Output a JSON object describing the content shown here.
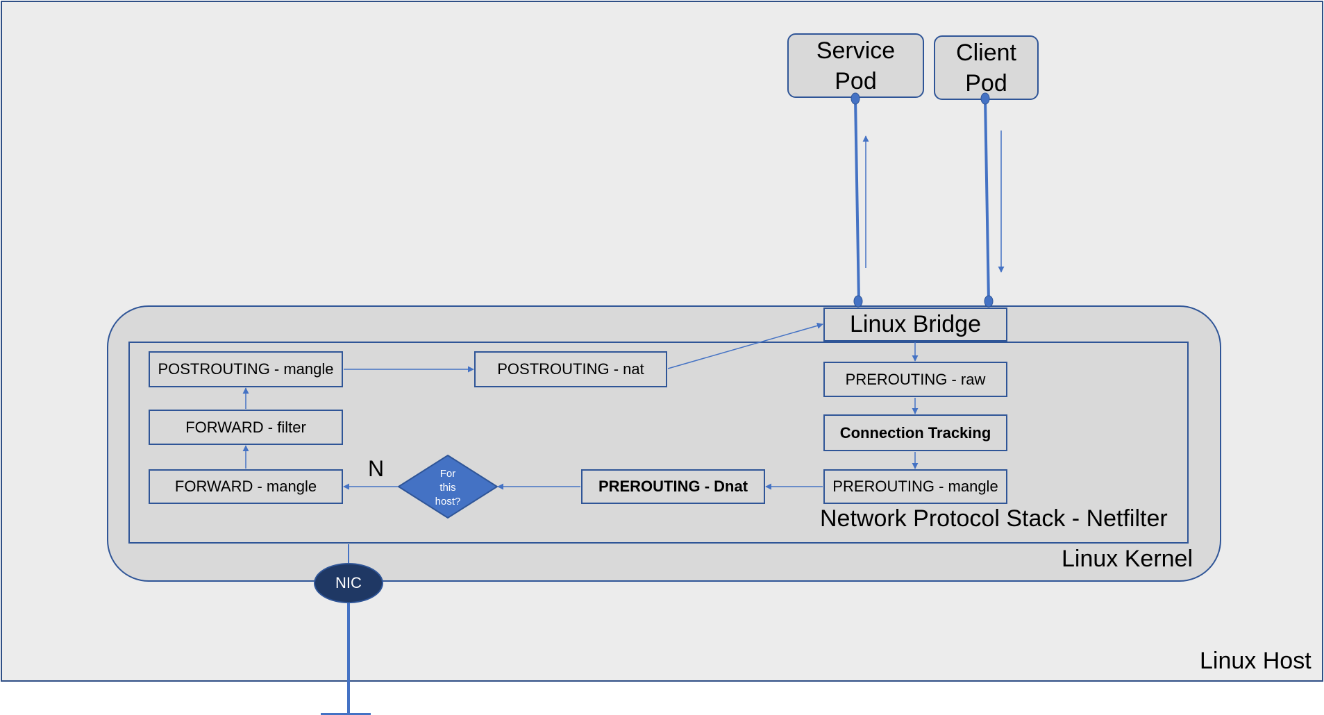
{
  "diagram": {
    "host_label": "Linux Host",
    "kernel_label": "Linux Kernel",
    "netfilter_label": "Network Protocol Stack - Netfilter",
    "service_pod_label": "Service\nPod",
    "client_pod_label": "Client\nPod",
    "bridge_label": "Linux Bridge",
    "prerouting_raw_label": "PREROUTING - raw",
    "conntrack_label": "Connection Tracking",
    "prerouting_mangle_label": "PREROUTING - mangle",
    "prerouting_dnat_label": "PREROUTING - Dnat",
    "decision_label": "For\nthis\nhost?",
    "decision_branch_label": "N",
    "forward_mangle_label": "FORWARD - mangle",
    "forward_filter_label": "FORWARD - filter",
    "postrouting_mangle_label": "POSTROUTING - mangle",
    "postrouting_nat_label": "POSTROUTING - nat",
    "nic_label": "NIC"
  },
  "colors": {
    "border": "#2f5597",
    "line": "#4472c4",
    "container_fill": "#d9d9d9",
    "host_fill": "#ececec",
    "nic_fill": "#1f3864",
    "decision_fill": "#4472c4"
  }
}
